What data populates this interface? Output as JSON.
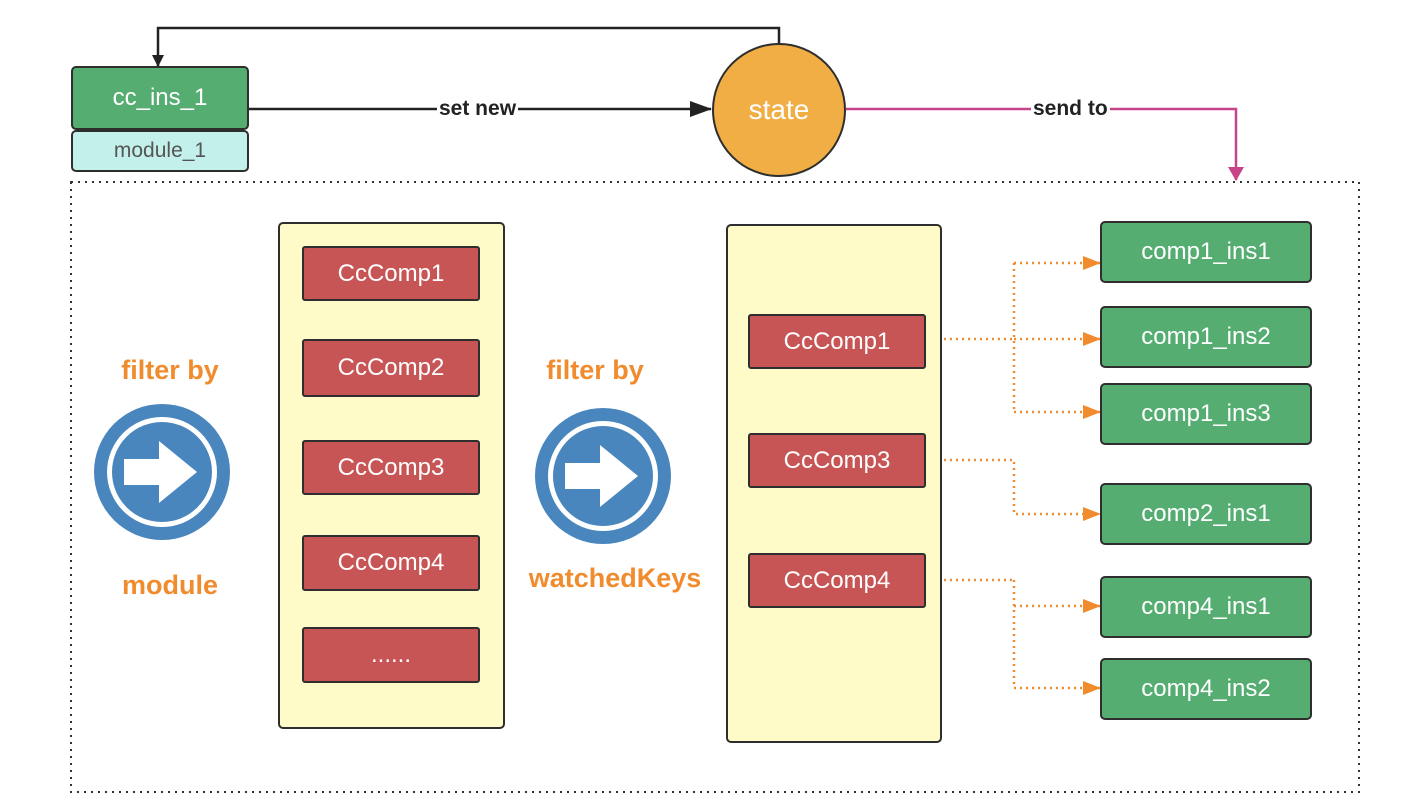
{
  "source": {
    "label": "cc_ins_1",
    "module": "module_1"
  },
  "state": {
    "label": "state"
  },
  "edges": {
    "set_new": "set new",
    "send_to": "send to"
  },
  "left_filter": {
    "top": "filter by",
    "bottom": "module"
  },
  "right_filter": {
    "top": "filter by",
    "bottom": "watchedKeys"
  },
  "module_components": [
    "CcComp1",
    "CcComp2",
    "CcComp3",
    "CcComp4",
    "......"
  ],
  "watched_components": [
    "CcComp1",
    "CcComp3",
    "CcComp4"
  ],
  "instances": [
    "comp1_ins1",
    "comp1_ins2",
    "comp1_ins3",
    "comp2_ins1",
    "comp4_ins1",
    "comp4_ins2"
  ],
  "colors": {
    "instance_green": "#55ad72",
    "component_red": "#c85555",
    "state_orange": "#f0ae45",
    "panel_yellow": "#fffbc8",
    "send_magenta": "#c8448a",
    "filter_orange": "#f08c2e",
    "filter_icon_blue": "#4a86be"
  },
  "icons": {
    "filter": "arrow-right-circle-icon"
  }
}
